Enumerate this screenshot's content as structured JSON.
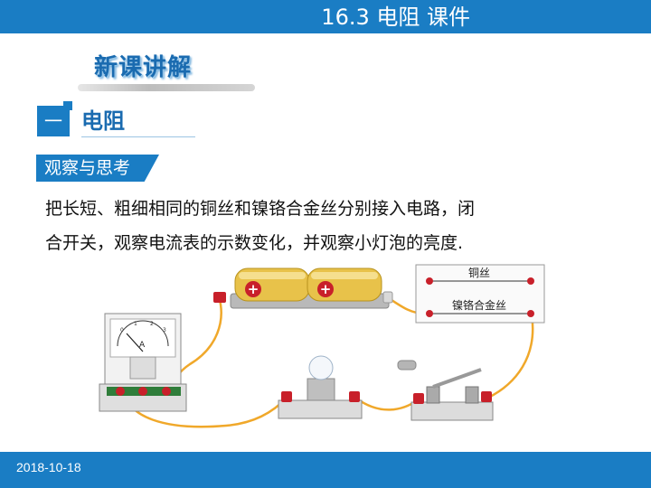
{
  "header": {
    "title": "16.3 电阻 课件"
  },
  "section": {
    "title": "新课讲解"
  },
  "subsection": {
    "number": "一",
    "title": "电阻"
  },
  "tag": {
    "label": "观察与思考"
  },
  "body": {
    "line1": "把长短、粗细相同的铜丝和镍铬合金丝分别接入电路，闭",
    "line2": "合开关，观察电流表的示数变化，并观察小灯泡的亮度."
  },
  "diagram": {
    "wire_label_1": "铜丝",
    "wire_label_2": "镍铬合金丝",
    "meter_unit": "A",
    "meter_scale": [
      "0",
      "1",
      "2",
      "3"
    ],
    "battery_symbol": "+"
  },
  "footer": {
    "date": "2018-10-18"
  },
  "colors": {
    "primary": "#1a7dc4",
    "title_text": "#1a6bb0",
    "wire": "#f0a82a",
    "terminal": "#c8202a"
  }
}
